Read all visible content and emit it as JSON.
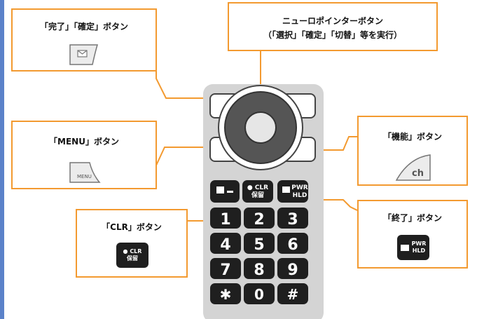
{
  "colors": {
    "callout_border": "#f39a30",
    "leader_line": "#f39a30",
    "phone_body": "#d4d4d4",
    "key_dark": "#1f1f1f",
    "left_bar": "#5b82c9"
  },
  "callouts": {
    "complete": {
      "title": "「完了」「確定」ボタン"
    },
    "neuro": {
      "title_line1": "ニューロポインターボタン",
      "title_line2": "（「選択」「確定」「切替」等を実行）"
    },
    "menu": {
      "title": "「MENU」ボタン",
      "key_label": "MENU"
    },
    "function": {
      "title": "「機能」ボタン",
      "key_label": "ch"
    },
    "clr": {
      "title": "「CLR」ボタン",
      "key_line1": "● CLR",
      "key_line2": "保留"
    },
    "end": {
      "title": "「終了」ボタン",
      "key_line1": "PWR",
      "key_line2": "HLD"
    }
  },
  "keypad": {
    "top_keys": {
      "clr_line1": "● CLR",
      "clr_line2": "保留",
      "pwr_line1": "PWR",
      "pwr_line2": "HLD"
    },
    "digits": [
      "1",
      "2",
      "3",
      "4",
      "5",
      "6",
      "7",
      "8",
      "9",
      "✱",
      "0",
      "#"
    ]
  }
}
